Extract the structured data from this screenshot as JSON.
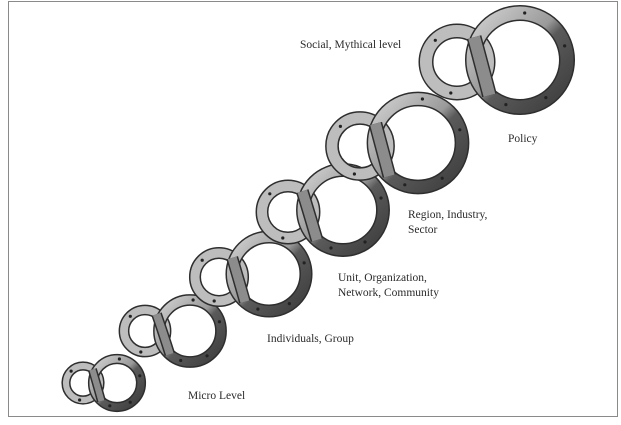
{
  "labels": {
    "social": "Social, Mythical level",
    "policy": "Policy",
    "region_line1": "Region, Industry,",
    "region_line2": "Sector",
    "unit_line1": "Unit, Organization,",
    "unit_line2": "Network, Community",
    "individuals": "Individuals, Group",
    "micro": "Micro Level"
  },
  "colors": {
    "frame": "#8a8a8a",
    "band_light": "#bdbdbd",
    "band_dark": "#4a4a4a",
    "outline": "#2e2e2e",
    "dot": "#222222",
    "text": "#2a2a2a"
  }
}
